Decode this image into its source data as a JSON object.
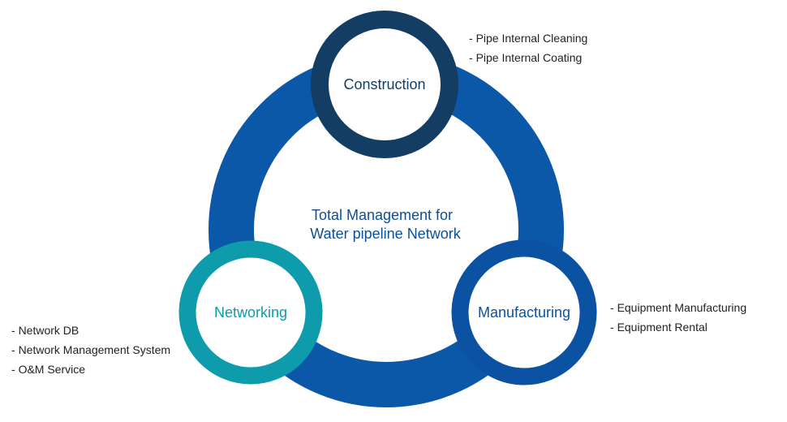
{
  "center": {
    "line1": "Total Management for",
    "line2": "Water pipeline Network"
  },
  "nodes": {
    "construction": {
      "label": "Construction",
      "items": [
        "Pipe Internal Cleaning",
        "Pipe Internal Coating"
      ]
    },
    "manufacturing": {
      "label": "Manufacturing",
      "items": [
        "Equipment Manufacturing",
        "Equipment Rental"
      ]
    },
    "networking": {
      "label": "Networking",
      "items": [
        "Network DB",
        "Network Management System",
        "O&M Service"
      ]
    }
  },
  "colors": {
    "ring": "#0B57A8",
    "construction": "#143D63",
    "manufacturing": "#0B52A3",
    "networking": "#0E9CAD",
    "center_text": "#0B4F9C",
    "item_text": "#222222"
  }
}
